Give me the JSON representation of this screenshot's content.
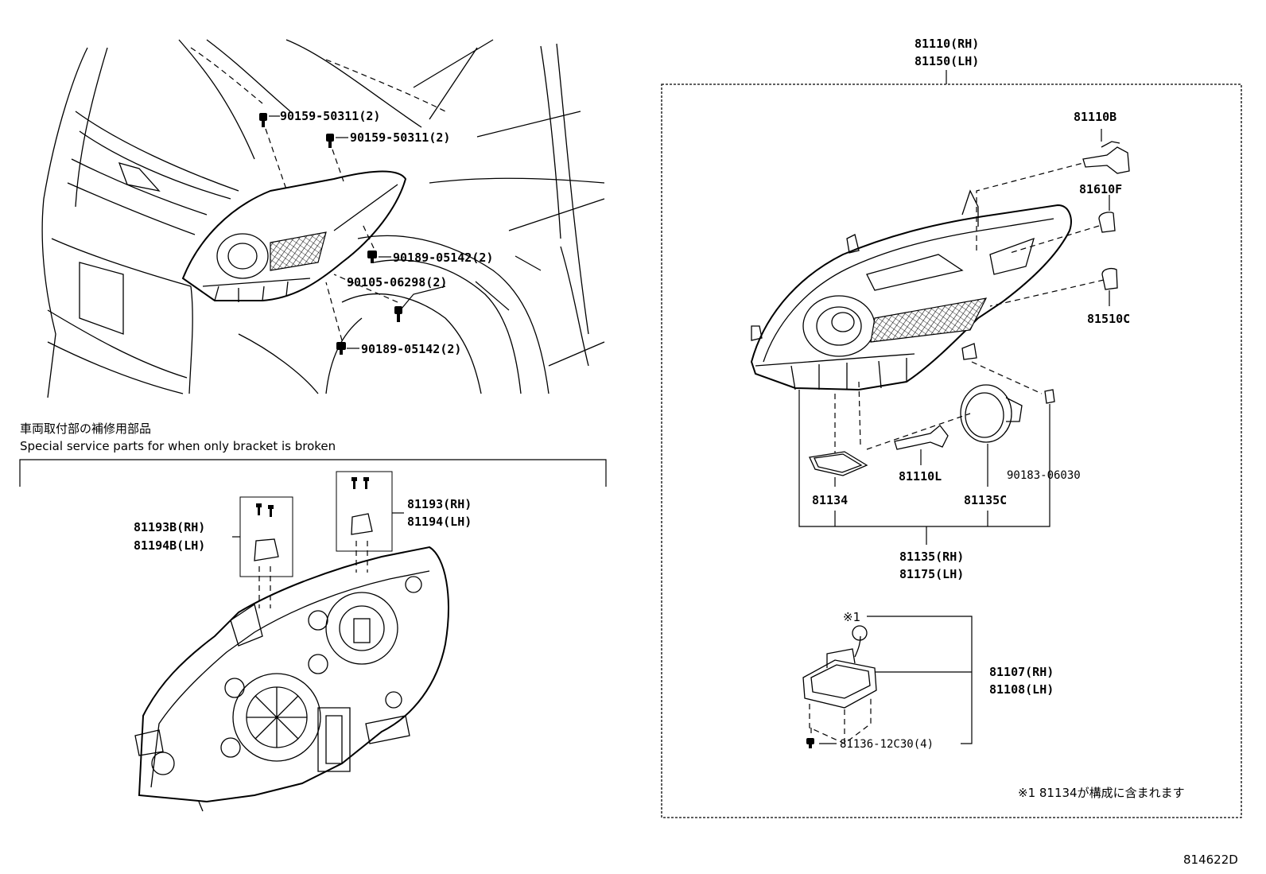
{
  "drawing_id": "814622D",
  "service_note": {
    "japanese": "車両取付部の補修用部品",
    "english": "Special service parts for when only bracket is broken"
  },
  "footnote": "※1 81134が構成に含まれます",
  "footnote_mark": "※1",
  "top_left_labels": {
    "bolt_a": "90159-50311(2)",
    "bolt_b": "90159-50311(2)",
    "clip_a": "90189-05142(2)",
    "screw": "90105-06298(2)",
    "clip_b": "90189-05142(2)"
  },
  "bracket_labels": {
    "lower_rh": "81193B(RH)",
    "lower_lh": "81194B(LH)",
    "upper_rh": "81193(RH)",
    "upper_lh": "81194(LH)"
  },
  "assembly_labels": {
    "unit_rh": "81110(RH)",
    "unit_lh": "81150(LH)",
    "bulb_hi": "81110B",
    "bulb_side": "81610F",
    "bulb_clear": "81510C",
    "gasket": "81134",
    "hid_bulb": "81110L",
    "cap": "81135C",
    "clip": "90183-06030",
    "sub_rh": "81135(RH)",
    "sub_lh": "81175(LH)",
    "ballast_rh": "81107(RH)",
    "ballast_lh": "81108(LH)",
    "ballast_screw": "81136-12C30(4)"
  }
}
